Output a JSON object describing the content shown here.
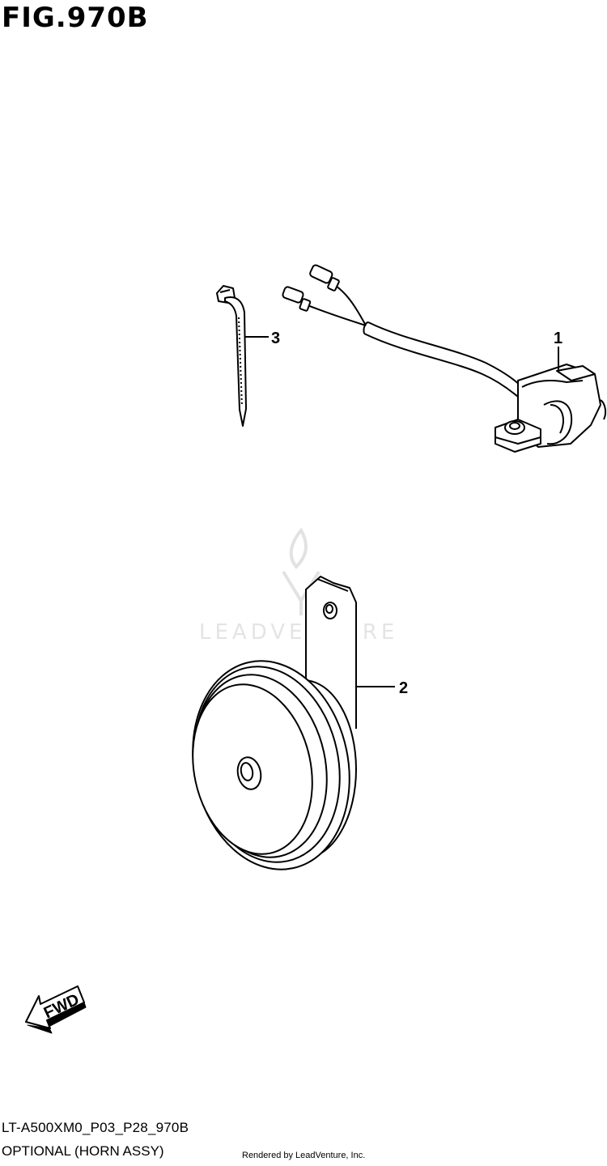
{
  "figure": {
    "title": "FIG.970B",
    "code": "LT-A500XM0_P03_P28_970B",
    "name": "OPTIONAL (HORN ASSY)",
    "credit": "Rendered by LeadVenture, Inc."
  },
  "watermark": {
    "text": "LEADVENTURE"
  },
  "fwd_indicator": {
    "label": "FWD"
  },
  "parts": [
    {
      "ref": "1",
      "component": "horn-switch"
    },
    {
      "ref": "2",
      "component": "horn"
    },
    {
      "ref": "3",
      "component": "cable-tie"
    }
  ]
}
